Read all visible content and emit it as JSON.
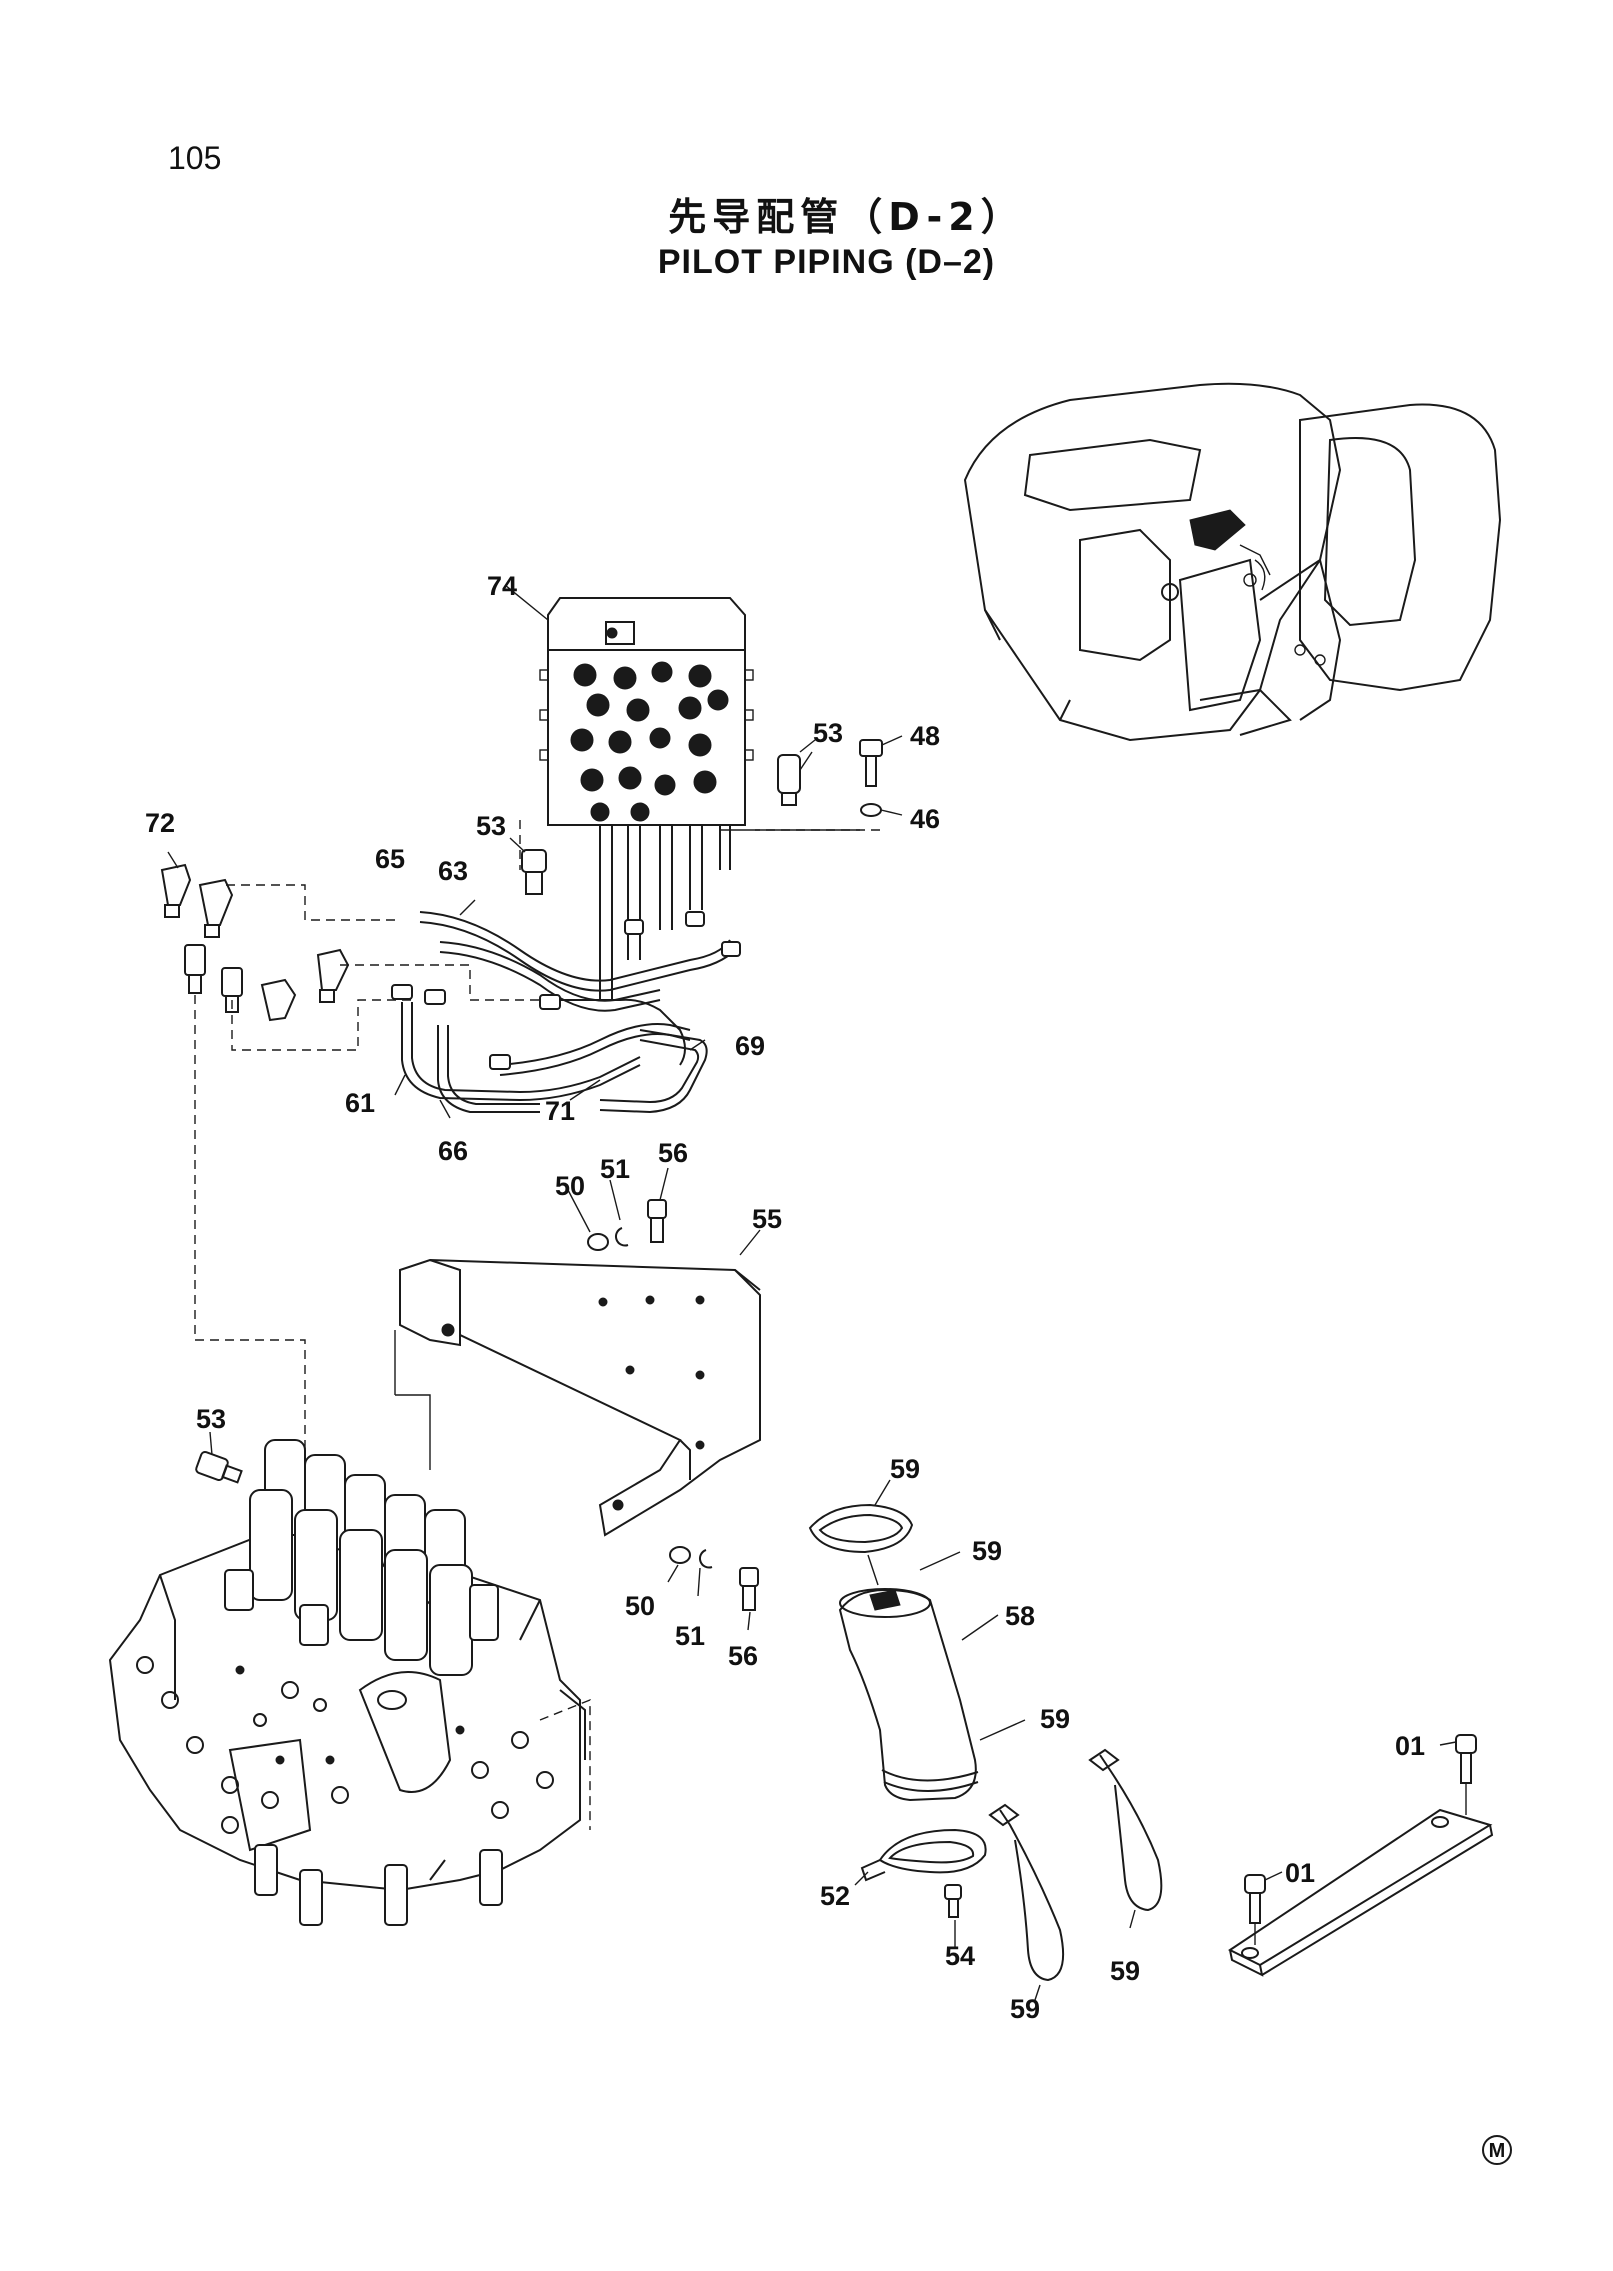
{
  "page": {
    "number": "105"
  },
  "title": {
    "cn": "先导配管（D-2）",
    "en": "PILOT PIPING (D–2)"
  },
  "callouts": {
    "c74": "74",
    "c53a": "53",
    "c48": "48",
    "c46": "46",
    "c72": "72",
    "c53b": "53",
    "c65": "65",
    "c63": "63",
    "c69": "69",
    "c61": "61",
    "c71": "71",
    "c66": "66",
    "c50a": "50",
    "c51a": "51",
    "c56a": "56",
    "c55": "55",
    "c53c": "53",
    "c59a": "59",
    "c59b": "59",
    "c58": "58",
    "c59c": "59",
    "c50b": "50",
    "c51b": "51",
    "c56b": "56",
    "c01a": "01",
    "c01b": "01",
    "c52": "52",
    "c54": "54",
    "c59d": "59",
    "c59e": "59"
  },
  "footer": {
    "mark": "M"
  }
}
